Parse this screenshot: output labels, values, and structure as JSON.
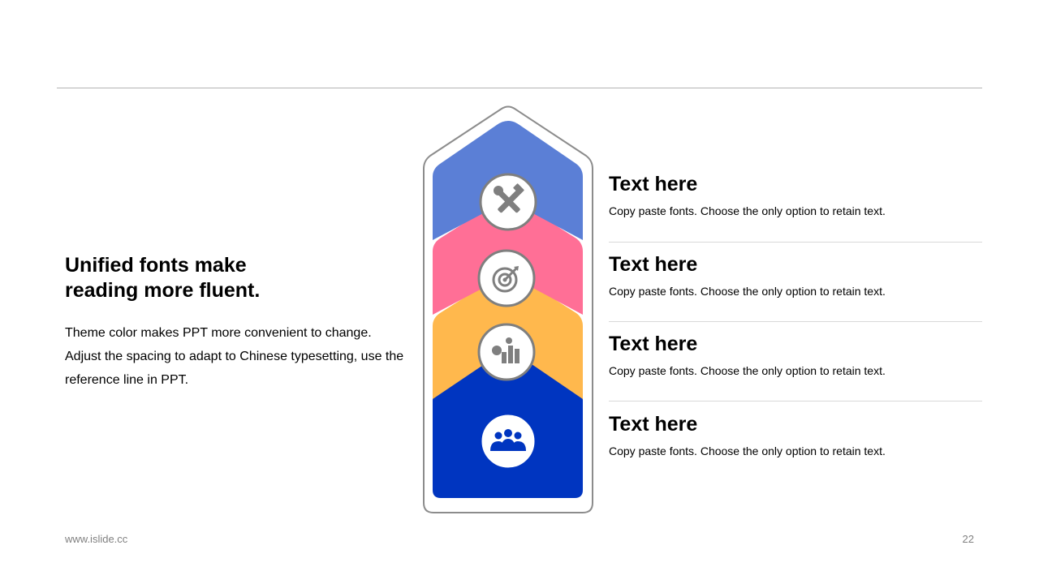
{
  "header": {
    "rule": true
  },
  "left": {
    "title_lines": [
      "Unified fonts make",
      "reading more fluent."
    ],
    "body_lines": [
      "Theme color makes PPT more convenient to change.",
      "Adjust the spacing to adapt to Chinese typesetting, use the",
      "reference line in PPT."
    ]
  },
  "diagram": {
    "outline_color": "#8c8c8c",
    "levels": [
      {
        "color": "#5B7FD6",
        "icon": "tools-icon",
        "icon_color": "#7f7f7f"
      },
      {
        "color": "#FF6F96",
        "icon": "target-icon",
        "icon_color": "#7f7f7f"
      },
      {
        "color": "#FFB84D",
        "icon": "gear-chart-icon",
        "icon_color": "#7f7f7f"
      },
      {
        "color": "#0035C0",
        "icon": "team-icon",
        "icon_color": "#0035C0"
      }
    ]
  },
  "items": [
    {
      "title": "Text here",
      "desc": "Copy paste fonts. Choose the only option to retain text."
    },
    {
      "title": "Text here",
      "desc": "Copy paste fonts. Choose the only option to retain text."
    },
    {
      "title": "Text here",
      "desc": "Copy paste fonts. Choose the only option to retain text."
    },
    {
      "title": "Text here",
      "desc": "Copy paste fonts. Choose the only option to retain text."
    }
  ],
  "footer": {
    "website": "www.islide.cc",
    "page_number": "22"
  }
}
